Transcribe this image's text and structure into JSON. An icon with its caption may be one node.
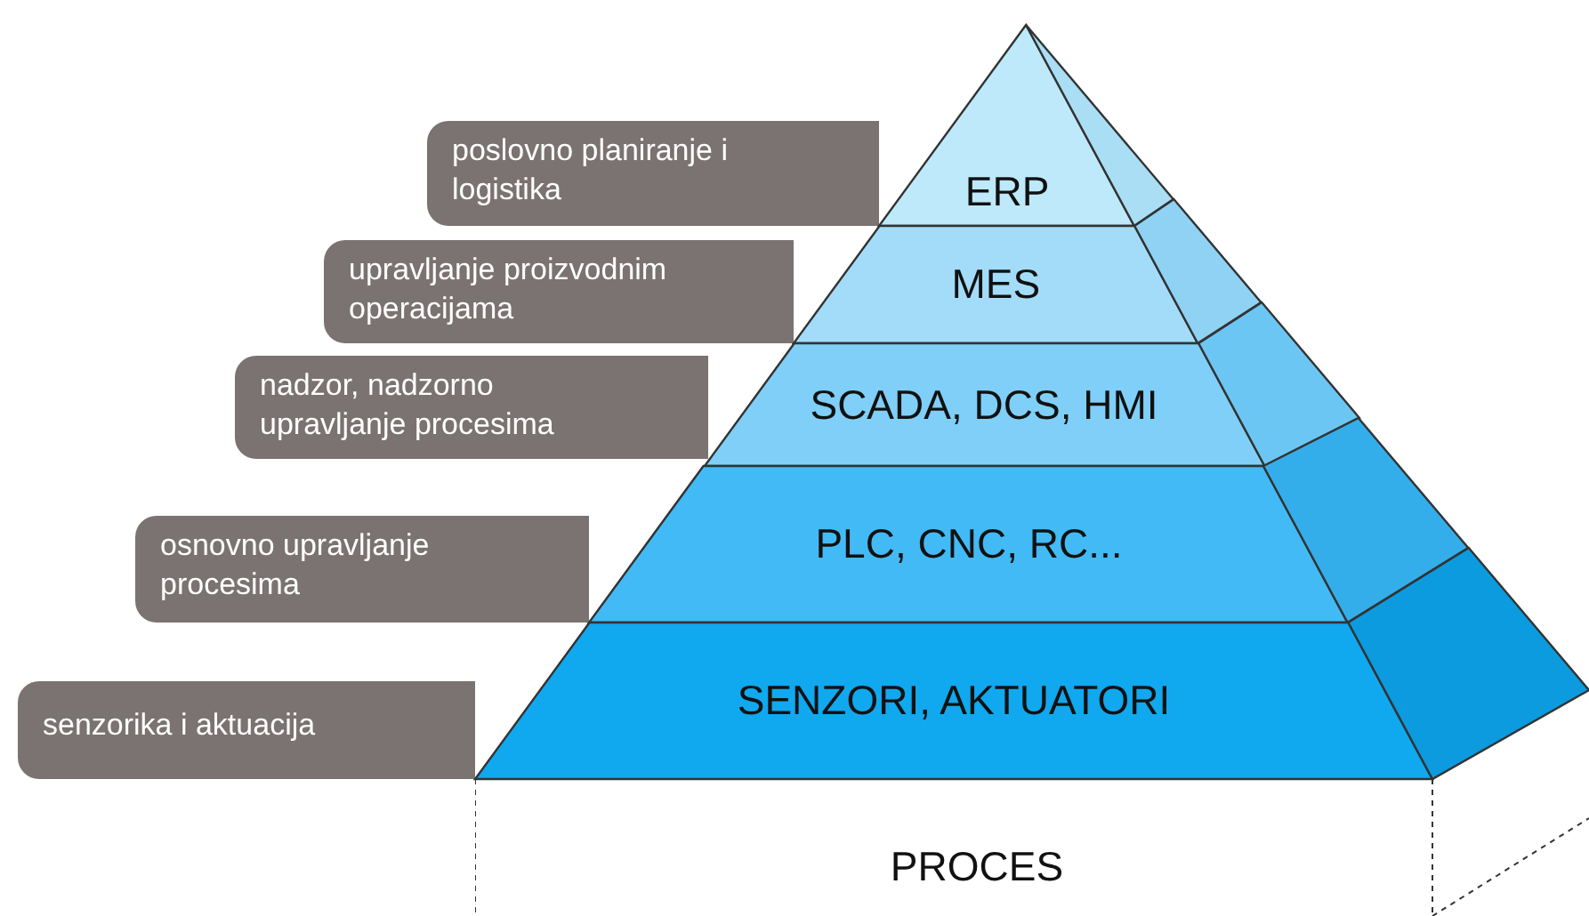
{
  "diagram": {
    "nodes": [
      {
        "text": [
          "poslovno planiranje i logistika"
        ]
      },
      {
        "text": [
          "ERP"
        ]
      },
      {
        "text": [
          "upravljanje proizvodnim operacijama"
        ]
      },
      {
        "text": [
          "MES"
        ]
      },
      {
        "text": [
          "nadzor, nadzorno upravljanje procesima"
        ]
      },
      {
        "text": [
          "SCADA, DCS, HMI"
        ]
      },
      {
        "text": [
          "osnovno upravljanje procesima"
        ]
      },
      {
        "text": [
          "PLC, CNC, RC..."
        ]
      },
      {
        "text": [
          "senzorika i aktuacija"
        ]
      },
      {
        "text": [
          "SENZORI, AKTUATORI"
        ]
      },
      {
        "text": [
          "PROCES"
        ]
      }
    ],
    "edges": []
  }
}
